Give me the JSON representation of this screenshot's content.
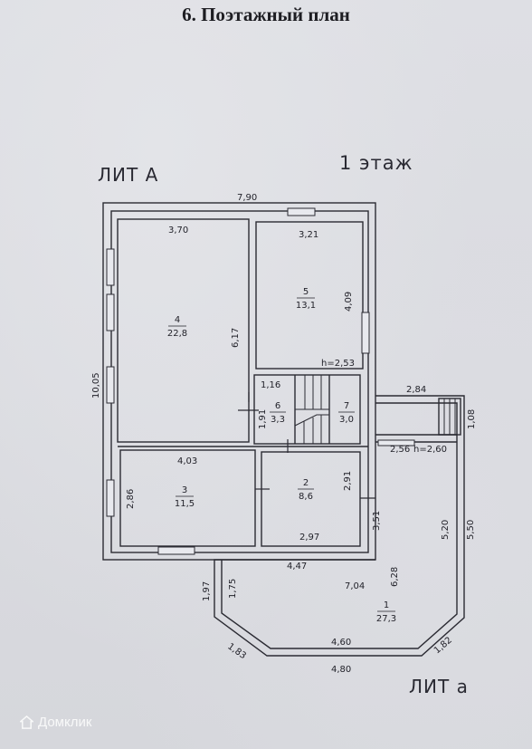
{
  "title": "6. Поэтажный план",
  "labels": {
    "lit_upper": "ЛИТ А",
    "floor": "1 этаж",
    "lit_lower": "ЛИТ а"
  },
  "dimensions": {
    "top_overall": "7,90",
    "left_overall": "10,05",
    "r4_width": "3,70",
    "r4_height": "6,17",
    "r5_width": "3,21",
    "r5_height": "4,09",
    "r5_ceiling": "h=2,53",
    "stair_width": "1,16",
    "r6_height": "1,91",
    "r3_width": "4,03",
    "r3_height": "2,86",
    "r2_height": "2,91",
    "r2_width": "2,97",
    "porch_top": "2,84",
    "porch_side": "1,08",
    "veranda_top": "2,56",
    "veranda_ceiling": "h=2,60",
    "veranda_inner_right": "5,20",
    "veranda_outer_right": "5,50",
    "veranda_step": "3,51",
    "veranda_top_edge": "4,47",
    "veranda_outer_left": "1,97",
    "veranda_inner_left": "1,75",
    "veranda_depth": "7,04",
    "veranda_width": "6,28",
    "veranda_left_diag": "1,83",
    "veranda_inner_bottom": "4,60",
    "veranda_outer_bottom": "4,80",
    "veranda_right_diag": "1,82"
  },
  "rooms": [
    {
      "number": "4",
      "area": "22,8"
    },
    {
      "number": "5",
      "area": "13,1"
    },
    {
      "number": "6",
      "area": "3,3"
    },
    {
      "number": "7",
      "area": "3,0"
    },
    {
      "number": "3",
      "area": "11,5"
    },
    {
      "number": "2",
      "area": "8,6"
    },
    {
      "number": "1",
      "area": "27,3"
    }
  ],
  "watermark": "Домклик"
}
